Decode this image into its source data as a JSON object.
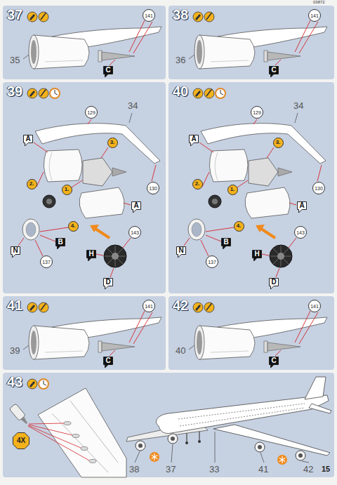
{
  "diagram": {
    "nodes": [
      {
        "text": [
          "37"
        ]
      },
      {
        "text": [
          "141"
        ],
        "in": 0
      },
      {
        "text": [
          "C"
        ],
        "in": 0
      },
      {
        "text": [
          "38"
        ]
      },
      {
        "text": [
          "141"
        ],
        "in": 3
      },
      {
        "text": [
          "C"
        ],
        "in": 3
      },
      {
        "text": [
          "39"
        ]
      },
      {
        "text": [
          "129"
        ],
        "in": 6
      },
      {
        "text": [
          "A"
        ],
        "in": 6
      },
      {
        "text": [
          "3."
        ],
        "in": 6
      },
      {
        "text": [
          "2."
        ],
        "in": 6
      },
      {
        "text": [
          "1."
        ],
        "in": 6
      },
      {
        "text": [
          "130"
        ],
        "in": 6
      },
      {
        "text": [
          "A"
        ],
        "in": 6
      },
      {
        "text": [
          "4."
        ],
        "in": 6
      },
      {
        "text": [
          "143"
        ],
        "in": 6
      },
      {
        "text": [
          "B"
        ],
        "in": 6
      },
      {
        "text": [
          "N"
        ],
        "in": 6
      },
      {
        "text": [
          "H"
        ],
        "in": 6
      },
      {
        "text": [
          "137"
        ],
        "in": 6
      },
      {
        "text": [
          "D"
        ],
        "in": 6
      },
      {
        "text": [
          "40"
        ]
      },
      {
        "text": [
          "129"
        ],
        "in": 21
      },
      {
        "text": [
          "A"
        ],
        "in": 21
      },
      {
        "text": [
          "3."
        ],
        "in": 21
      },
      {
        "text": [
          "2."
        ],
        "in": 21
      },
      {
        "text": [
          "1."
        ],
        "in": 21
      },
      {
        "text": [
          "130"
        ],
        "in": 21
      },
      {
        "text": [
          "A"
        ],
        "in": 21
      },
      {
        "text": [
          "4."
        ],
        "in": 21
      },
      {
        "text": [
          "143"
        ],
        "in": 21
      },
      {
        "text": [
          "B"
        ],
        "in": 21
      },
      {
        "text": [
          "N"
        ],
        "in": 21
      },
      {
        "text": [
          "H"
        ],
        "in": 21
      },
      {
        "text": [
          "137"
        ],
        "in": 21
      },
      {
        "text": [
          "D"
        ],
        "in": 21
      },
      {
        "text": [
          "41"
        ]
      },
      {
        "text": [
          "141"
        ],
        "in": 36
      },
      {
        "text": [
          "C"
        ],
        "in": 36
      },
      {
        "text": [
          "42"
        ]
      },
      {
        "text": [
          "141"
        ],
        "in": 39
      },
      {
        "text": [
          "C"
        ],
        "in": 39
      },
      {
        "text": [
          "43"
        ]
      },
      {
        "text": [
          "4X"
        ],
        "in": 42
      }
    ],
    "labels": [
      "03872",
      "35",
      "36",
      "34",
      "34",
      "39",
      "40",
      "38",
      "37",
      "33",
      "41",
      "42",
      "15"
    ]
  }
}
